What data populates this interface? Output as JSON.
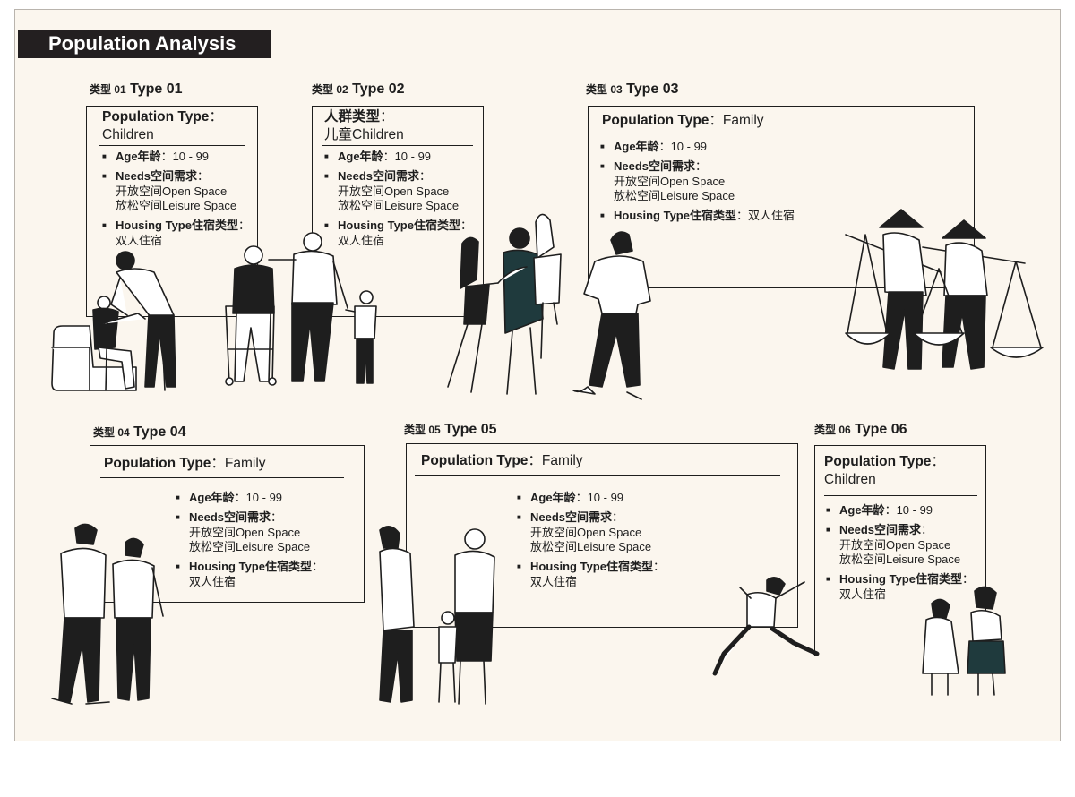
{
  "title": "Population Analysis",
  "types": [
    {
      "prefix": "类型 01",
      "name": "Type 01",
      "pt_key": "Population Type",
      "pt_sep": "：",
      "pt_value": "Children",
      "age_key": "Age年龄",
      "age_value": "：10 - 99",
      "needs_key": "Needs空间需求",
      "needs_sep": "：",
      "needs_1": "开放空间Open Space",
      "needs_2": "放松空间Leisure Space",
      "housing_key": "Housing Type住宿类型",
      "housing_sep": "：",
      "housing_value": "双人住宿"
    },
    {
      "prefix": "类型 02",
      "name": "Type 02",
      "pt_key": "人群类型",
      "pt_sep": "：",
      "pt_value": "儿童Children",
      "age_key": "Age年龄",
      "age_value": "：10 - 99",
      "needs_key": "Needs空间需求",
      "needs_sep": "：",
      "needs_1": "开放空间Open Space",
      "needs_2": "放松空间Leisure Space",
      "housing_key": "Housing Type住宿类型",
      "housing_sep": "：",
      "housing_value": "双人住宿"
    },
    {
      "prefix": "类型 03",
      "name": "Type 03",
      "pt_key": "Population Type",
      "pt_sep": "：",
      "pt_value": "Family",
      "age_key": "Age年龄",
      "age_value": "：10 - 99",
      "needs_key": "Needs空间需求",
      "needs_sep": "：",
      "needs_1": "开放空间Open Space",
      "needs_2": "放松空间Leisure Space",
      "housing_key": "Housing Type住宿类型",
      "housing_sep": "：",
      "housing_value": "双人住宿"
    },
    {
      "prefix": "类型 04",
      "name": "Type 04",
      "pt_key": "Population Type",
      "pt_sep": "：",
      "pt_value": "Family",
      "age_key": "Age年龄",
      "age_value": "：10 - 99",
      "needs_key": "Needs空间需求",
      "needs_sep": "：",
      "needs_1": "开放空间Open Space",
      "needs_2": "放松空间Leisure Space",
      "housing_key": "Housing Type住宿类型",
      "housing_sep": "：",
      "housing_value": "双人住宿"
    },
    {
      "prefix": "类型 05",
      "name": "Type 05",
      "pt_key": "Population Type",
      "pt_sep": "：",
      "pt_value": "Family",
      "age_key": "Age年龄",
      "age_value": "：10 - 99",
      "needs_key": "Needs空间需求",
      "needs_sep": "：",
      "needs_1": "开放空间Open Space",
      "needs_2": "放松空间Leisure Space",
      "housing_key": "Housing Type住宿类型",
      "housing_sep": "：",
      "housing_value": "双人住宿"
    },
    {
      "prefix": "类型 06",
      "name": "Type 06",
      "pt_key": "Population Type",
      "pt_sep": "：",
      "pt_value": "Children",
      "age_key": "Age年龄",
      "age_value": "：10 - 99",
      "needs_key": "Needs空间需求",
      "needs_sep": "：",
      "needs_1": "开放空间Open Space",
      "needs_2": "放松空间Leisure Space",
      "housing_key": "Housing Type住宿类型",
      "housing_sep": "：",
      "housing_value": "双人住宿"
    }
  ],
  "colors": {
    "ink": "#1e1e1e",
    "paper": "#fbf6ee",
    "title_bg": "#231f20",
    "teal": "#1f3a3d"
  }
}
